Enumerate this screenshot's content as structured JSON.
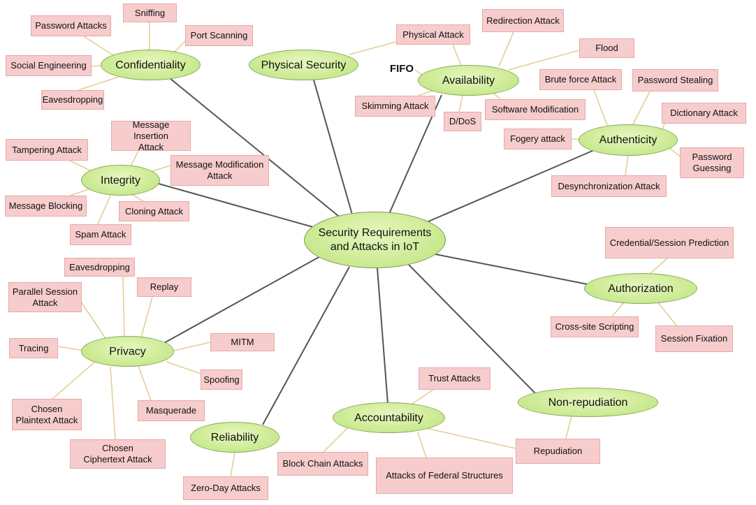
{
  "center": "Security Requirements\nand Attacks in IoT",
  "requirements": {
    "confidentiality": "Confidentiality",
    "physical_security": "Physical Security",
    "availability": "Availability",
    "authenticity": "Authenticity",
    "integrity": "Integrity",
    "authorization": "Authorization",
    "privacy": "Privacy",
    "non_repudiation": "Non-repudiation",
    "accountability": "Accountability",
    "reliability": "Reliability"
  },
  "attacks": {
    "password_attacks": "Password Attacks",
    "sniffing": "Sniffing",
    "port_scanning": "Port Scanning",
    "social_engineering": "Social Engineering",
    "eavesdropping_conf": "Eavesdropping",
    "physical_attack": "Physical Attack",
    "redirection_attack": "Redirection Attack",
    "flood": "Flood",
    "fifo": "FIFO",
    "skimming_attack": "Skimming Attack",
    "ddos": "D/DoS",
    "software_modification": "Software Modification",
    "brute_force_attack": "Brute force Attack",
    "password_stealing": "Password Stealing",
    "dictionary_attack": "Dictionary Attack",
    "fogery_attack": "Fogery attack",
    "password_guessing": "Password\nGuessing",
    "desynchronization_attack": "Desynchronization Attack",
    "message_insertion_attack": "Message Insertion\nAttack",
    "tampering_attack": "Tampering Attack",
    "message_modification_attack": "Message Modification\nAttack",
    "message_blocking": "Message Blocking",
    "cloning_attack": "Cloning Attack",
    "spam_attack": "Spam Attack",
    "credential_session_prediction": "Credential/Session Prediction",
    "cross_site_scripting": "Cross-site Scripting",
    "session_fixation": "Session Fixation",
    "eavesdropping_priv": "Eavesdropping",
    "parallel_session_attack": "Parallel Session\nAttack",
    "replay": "Replay",
    "tracing": "Tracing",
    "mitm": "MITM",
    "spoofing": "Spoofing",
    "chosen_plaintext_attack": "Chosen\nPlaintext Attack",
    "masquerade": "Masquerade",
    "chosen_ciphertext_attack": "Chosen\nCiphertext Attack",
    "trust_attacks": "Trust Attacks",
    "repudiation": "Repudiation",
    "block_chain_attacks": "Block Chain Attacks",
    "attacks_of_federal_structures": "Attacks of Federal Structures",
    "zero_day_attacks": "Zero-Day Attacks"
  },
  "colors": {
    "requirement_fill": "#c9e98f",
    "attack_fill": "#f7cccc",
    "spoke_line": "#555555",
    "leaf_line": "#e3cf95"
  }
}
